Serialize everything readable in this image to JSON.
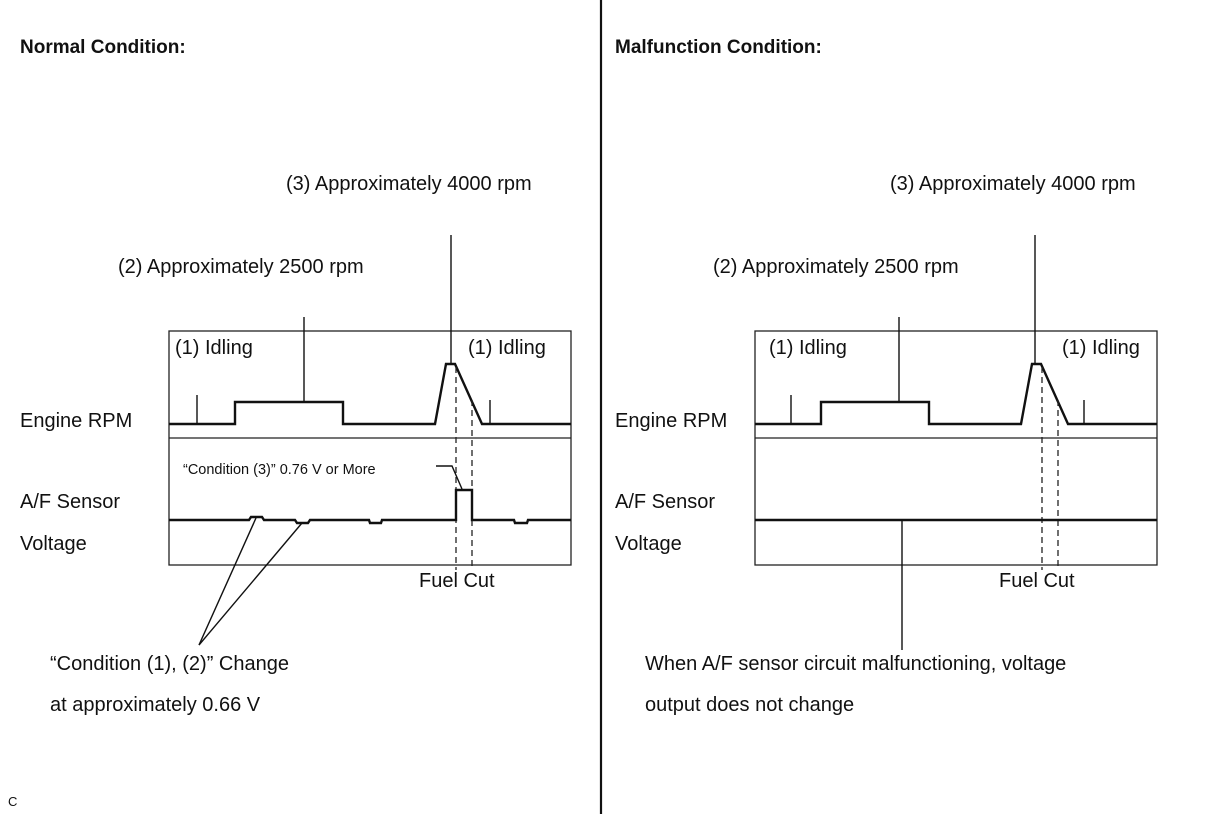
{
  "normal": {
    "heading": "Normal Condition:",
    "label_rpm_4000": "(3) Approximately 4000 rpm",
    "label_rpm_2500": "(2) Approximately 2500 rpm",
    "idling_left": "(1) Idling",
    "idling_right": "(1) Idling",
    "engine_rpm": "Engine RPM",
    "af_sensor": "A/F Sensor",
    "voltage": "Voltage",
    "condition3_note": "“Condition (3)” 0.76 V or More",
    "fuel_cut": "Fuel Cut",
    "condition12_line1": "“Condition (1), (2)” Change",
    "condition12_line2": "at approximately 0.66 V"
  },
  "malfunction": {
    "heading": "Malfunction Condition:",
    "label_rpm_4000": "(3) Approximately 4000 rpm",
    "label_rpm_2500": "(2) Approximately 2500 rpm",
    "idling_left": "(1) Idling",
    "idling_right": "(1) Idling",
    "engine_rpm": "Engine RPM",
    "af_sensor": "A/F Sensor",
    "voltage": "Voltage",
    "fuel_cut": "Fuel Cut",
    "note_line1": "When A/F sensor circuit malfunctioning, voltage",
    "note_line2": "output does not change"
  },
  "corner_mark": "C"
}
